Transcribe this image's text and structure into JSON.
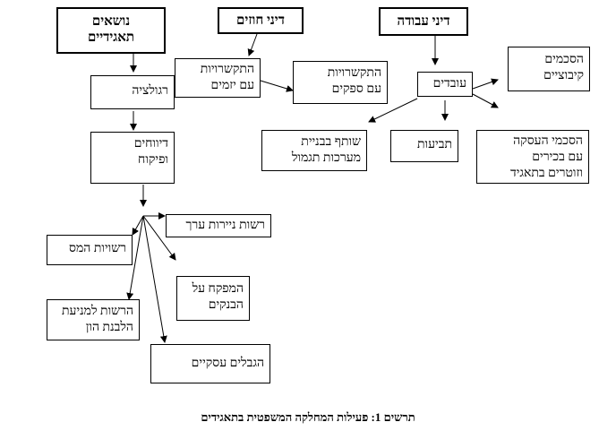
{
  "headers": {
    "tax_issues": [
      "נושאים",
      "תאגידיים"
    ],
    "contract_law": "דיני חוזים",
    "labor_law": "דיני עבודה"
  },
  "boxes": {
    "regulation": "רגולציה",
    "reports": [
      "דיווחים",
      "ופיקוח"
    ],
    "contracts_daily": [
      "התקשרויות",
      "עם יזמים"
    ],
    "contracts_suppliers": [
      "התקשרויות",
      "עם ספקים"
    ],
    "employees": "עובדים",
    "collective": [
      "הסכמים",
      "קיבוציים"
    ],
    "pension": [
      "שותף בבניית",
      "מערכות תגמול"
    ],
    "claims": "תביעות",
    "executives": [
      "הסכמי העסקה",
      "עם בכירים",
      "וזוטרים בתאגיד"
    ],
    "securities": "רשות ניירות ערך",
    "tax_authority": "רשויות המס",
    "bank_supervisor": [
      "המפקח על",
      "הבנקים"
    ],
    "money_laundering": [
      "הרשות למניעת",
      "הלבנת הון"
    ],
    "business_restrictions": "הגבלים עסקיים"
  },
  "caption": "תרשים 1: פעילות המחלקה המשפטית בתאגידים"
}
